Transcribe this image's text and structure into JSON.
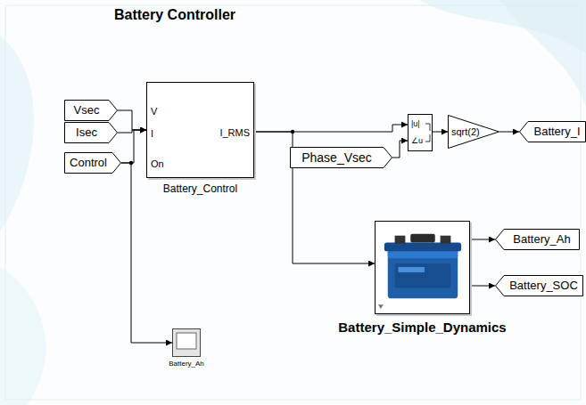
{
  "diagram": {
    "title": "Battery Controller",
    "nodes": [
      {
        "text": [
          "Vsec"
        ]
      },
      {
        "text": [
          "Isec"
        ]
      },
      {
        "text": [
          "Control"
        ]
      },
      {
        "text": [
          "V",
          "I",
          "On",
          "I_RMS",
          "Battery_Control"
        ]
      },
      {
        "text": [
          "Phase_Vsec"
        ]
      },
      {
        "text": [
          "|u|",
          "∠u"
        ]
      },
      {
        "text": [
          "sqrt(2)"
        ]
      },
      {
        "text": [
          "Battery_I"
        ]
      },
      {
        "text": [
          "Battery_Simple_Dynamics"
        ]
      },
      {
        "text": [
          "Battery_Ah"
        ]
      },
      {
        "text": [
          "Battery_SOC"
        ]
      },
      {
        "text": [
          "Battery_Ah"
        ]
      }
    ],
    "edges": [
      {
        "from": 0,
        "to": 3,
        "arrow": "to"
      },
      {
        "from": 1,
        "to": 3,
        "arrow": "to"
      },
      {
        "from": 2,
        "to": 3,
        "arrow": "to"
      },
      {
        "from": 2,
        "to": 11,
        "arrow": "to"
      },
      {
        "from": 3,
        "to": 5,
        "arrow": "to"
      },
      {
        "from": 3,
        "to": 8,
        "arrow": "to"
      },
      {
        "from": 4,
        "to": 5,
        "arrow": "to"
      },
      {
        "from": 5,
        "to": 6,
        "arrow": "to"
      },
      {
        "from": 6,
        "to": 7,
        "arrow": "to"
      },
      {
        "from": 8,
        "to": 9,
        "arrow": "to"
      },
      {
        "from": 8,
        "to": 10,
        "arrow": "to"
      }
    ]
  }
}
